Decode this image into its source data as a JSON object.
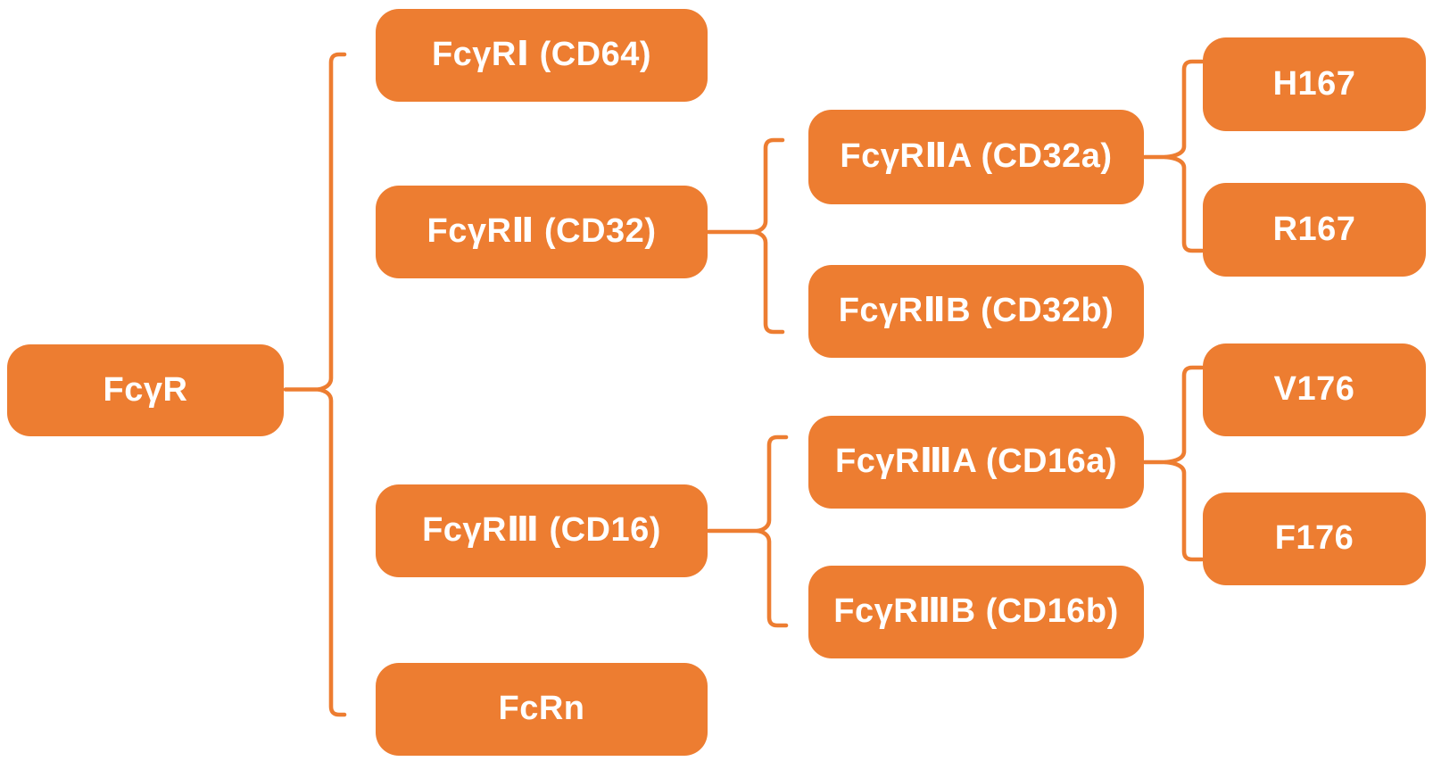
{
  "canvas": {
    "background": "#FFFFFF"
  },
  "colors": {
    "accent": "#ED7D31",
    "node_fill": "#ED7D31",
    "node_text": "#FFFFFF",
    "connector": "#ED7D31"
  },
  "nodes": {
    "root": {
      "label": "FcγR"
    },
    "cd64": {
      "label": "FcγRⅠ (CD64)"
    },
    "cd32": {
      "label": "FcγRⅡ (CD32)"
    },
    "cd32a": {
      "label": "FcγRⅡA (CD32a)"
    },
    "cd32b": {
      "label": "FcγRⅡB (CD32b)"
    },
    "h167": {
      "label": "H167"
    },
    "r167": {
      "label": "R167"
    },
    "cd16": {
      "label": "FcγRⅢ (CD16)"
    },
    "cd16a": {
      "label": "FcγRⅢA (CD16a)"
    },
    "cd16b": {
      "label": "FcγRⅢB (CD16b)"
    },
    "v176": {
      "label": "V176"
    },
    "f176": {
      "label": "F176"
    },
    "fcrn": {
      "label": "FcRn"
    }
  },
  "hierarchy": {
    "id": "root",
    "children": [
      {
        "id": "cd64"
      },
      {
        "id": "cd32",
        "children": [
          {
            "id": "cd32a",
            "children": [
              {
                "id": "h167"
              },
              {
                "id": "r167"
              }
            ]
          },
          {
            "id": "cd32b"
          }
        ]
      },
      {
        "id": "cd16",
        "children": [
          {
            "id": "cd16a",
            "children": [
              {
                "id": "v176"
              },
              {
                "id": "f176"
              }
            ]
          },
          {
            "id": "cd16b"
          }
        ]
      },
      {
        "id": "fcrn"
      }
    ]
  }
}
